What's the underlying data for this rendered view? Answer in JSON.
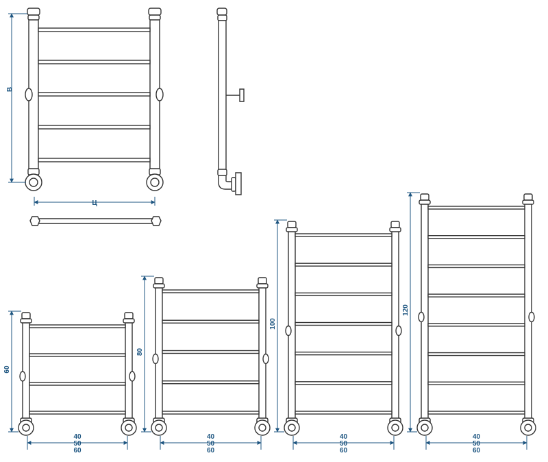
{
  "labels": {
    "height_symbol": "В",
    "width_symbol": "Ц"
  },
  "models": [
    {
      "height": "60",
      "widths": [
        "40",
        "50",
        "60"
      ],
      "bars": 4
    },
    {
      "height": "80",
      "widths": [
        "40",
        "50",
        "60"
      ],
      "bars": 5
    },
    {
      "height": "100",
      "widths": [
        "40",
        "50",
        "60"
      ],
      "bars": 7
    },
    {
      "height": "120",
      "widths": [
        "40",
        "50",
        "60"
      ],
      "bars": 8
    }
  ],
  "colors": {
    "line": "#333333",
    "dimension": "#1d5580"
  }
}
